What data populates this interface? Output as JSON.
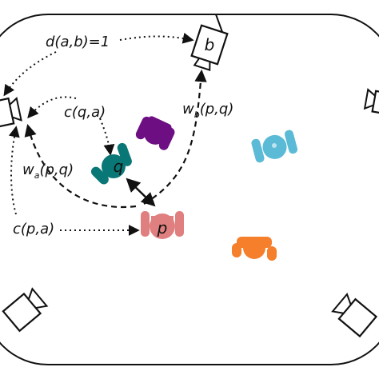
{
  "labels": {
    "d_ab": "d(a,b)=1",
    "c_qa": "c(q,a)",
    "wb_pre": "w",
    "wb_sub": "b",
    "wb_args": "(p,q)",
    "wa_pre": "w",
    "wa_sub": "a",
    "wa_args": "(p,q)",
    "c_pa": "c(p,a)",
    "camera_b": "b",
    "robot_q": "q",
    "robot_p": "p"
  },
  "colors": {
    "purple": "#6e0e83",
    "teal": "#0a7777",
    "pink": "#e07f7f",
    "light_blue": "#5bbad6",
    "orange": "#f57f2a",
    "line": "#111111"
  },
  "icons": [
    "camera-icon",
    "robot-icon"
  ]
}
